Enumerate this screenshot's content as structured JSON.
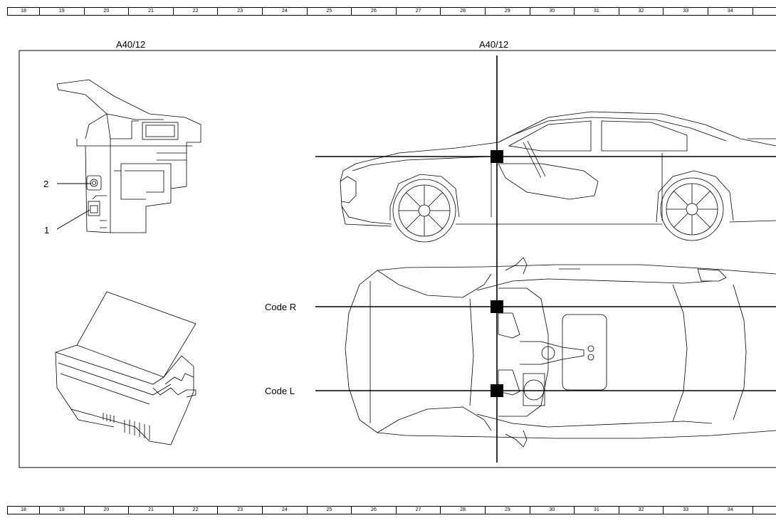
{
  "ruler": {
    "columns": [
      "18",
      "19",
      "20",
      "21",
      "22",
      "23",
      "24",
      "25",
      "26",
      "27",
      "28",
      "29",
      "30",
      "31",
      "32",
      "33",
      "34"
    ]
  },
  "labels": {
    "component_left": "A40/12",
    "component_right": "A40/12",
    "callout_1": "1",
    "callout_2": "2",
    "code_r": "Code R",
    "code_l": "Code L"
  },
  "colors": {
    "line": "#000000",
    "marker": "#000000",
    "background": "#ffffff"
  }
}
